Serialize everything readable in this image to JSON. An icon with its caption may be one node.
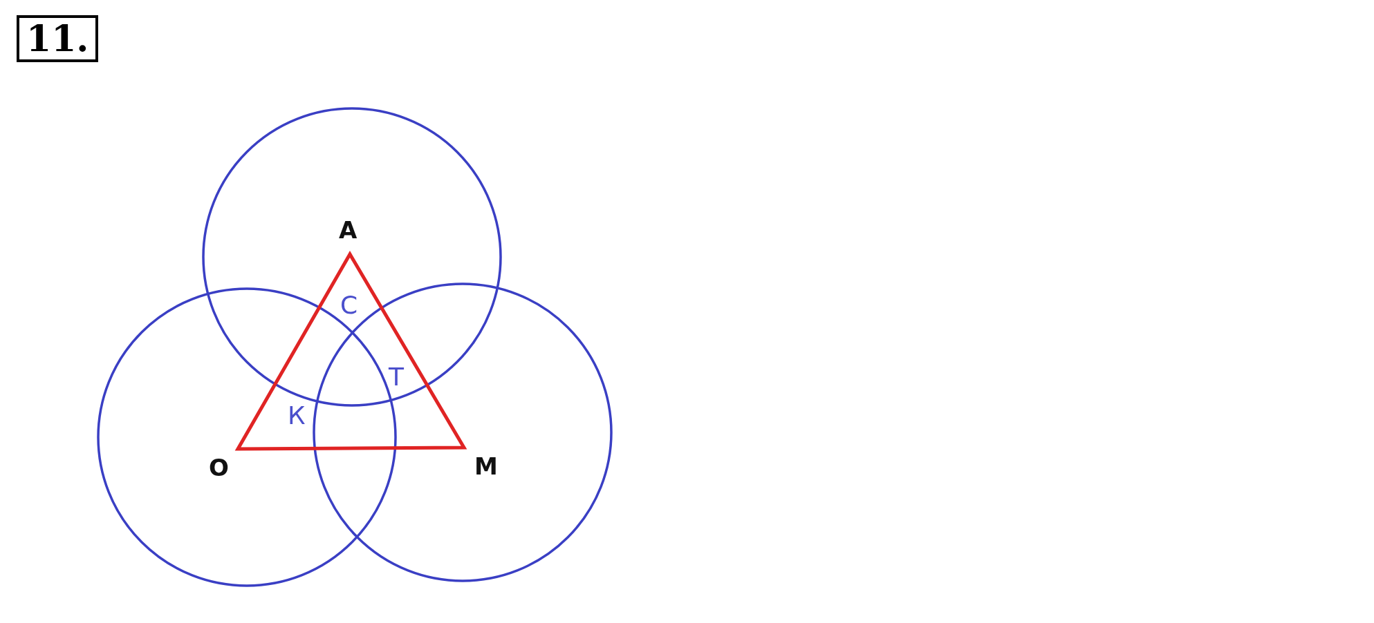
{
  "diagram": {
    "labels": [
      "11.",
      "А",
      "С",
      "Т",
      "К",
      "О",
      "М"
    ]
  }
}
